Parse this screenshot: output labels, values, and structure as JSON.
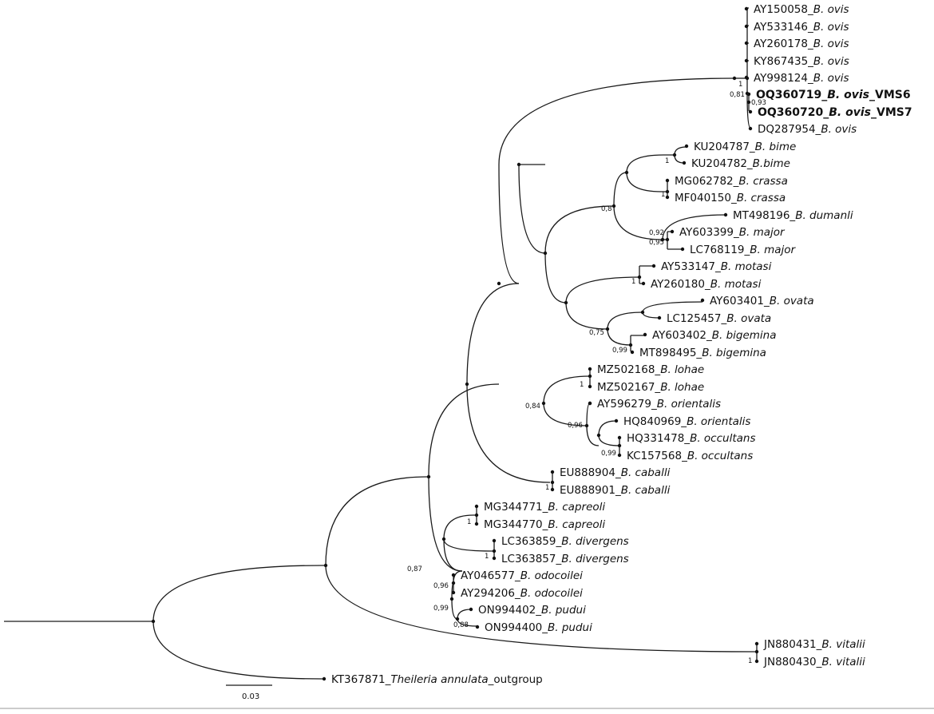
{
  "tips": {
    "t1": {
      "acc": "AY150058_",
      "sp": "B. ovis",
      "suf": ""
    },
    "t2": {
      "acc": "AY533146_",
      "sp": "B. ovis",
      "suf": ""
    },
    "t3": {
      "acc": "AY260178_",
      "sp": "B. ovis",
      "suf": ""
    },
    "t4": {
      "acc": "KY867435_",
      "sp": "B. ovis",
      "suf": ""
    },
    "t5": {
      "acc": "AY998124_",
      "sp": "B. ovis",
      "suf": ""
    },
    "t6": {
      "acc": "OQ360719_",
      "sp": "B. ovis",
      "suf": "_VMS6"
    },
    "t7": {
      "acc": "OQ360720_",
      "sp": "B. ovis",
      "suf": "_VMS7"
    },
    "t8": {
      "acc": "DQ287954_",
      "sp": "B. ovis",
      "suf": ""
    },
    "t9": {
      "acc": "KU204787_",
      "sp": "B. bime",
      "suf": ""
    },
    "t10": {
      "acc": "KU204782_",
      "sp": "B.bime",
      "suf": ""
    },
    "t11": {
      "acc": "MG062782_",
      "sp": "B. crassa",
      "suf": ""
    },
    "t12": {
      "acc": "MF040150_",
      "sp": "B. crassa",
      "suf": ""
    },
    "t13": {
      "acc": "MT498196_",
      "sp": "B. dumanli",
      "suf": ""
    },
    "t14": {
      "acc": "AY603399_",
      "sp": "B. major",
      "suf": ""
    },
    "t15": {
      "acc": "LC768119_",
      "sp": "B. major",
      "suf": ""
    },
    "t16": {
      "acc": "AY533147_",
      "sp": "B. motasi",
      "suf": ""
    },
    "t17": {
      "acc": "AY260180_",
      "sp": "B. motasi",
      "suf": ""
    },
    "t18": {
      "acc": "AY603401_",
      "sp": "B. ovata",
      "suf": ""
    },
    "t19": {
      "acc": "LC125457_",
      "sp": "B. ovata",
      "suf": ""
    },
    "t20": {
      "acc": "AY603402_",
      "sp": "B. bigemina",
      "suf": ""
    },
    "t21": {
      "acc": "MT898495_",
      "sp": "B. bigemina",
      "suf": ""
    },
    "t22": {
      "acc": "MZ502168_",
      "sp": "B. lohae",
      "suf": ""
    },
    "t23": {
      "acc": "MZ502167_",
      "sp": "B. lohae",
      "suf": ""
    },
    "t24": {
      "acc": "AY596279_",
      "sp": "B. orientalis",
      "suf": ""
    },
    "t25": {
      "acc": "HQ840969_",
      "sp": "B. orientalis",
      "suf": ""
    },
    "t26": {
      "acc": "HQ331478_",
      "sp": "B. occultans",
      "suf": ""
    },
    "t27": {
      "acc": "KC157568_",
      "sp": "B. occultans",
      "suf": ""
    },
    "t28": {
      "acc": "EU888904_",
      "sp": "B. caballi",
      "suf": ""
    },
    "t29": {
      "acc": "EU888901_",
      "sp": "B. caballi",
      "suf": ""
    },
    "t30": {
      "acc": "MG344771_",
      "sp": "B. capreoli",
      "suf": ""
    },
    "t31": {
      "acc": "MG344770_",
      "sp": "B. capreoli",
      "suf": ""
    },
    "t32": {
      "acc": "LC363859_",
      "sp": "B. divergens",
      "suf": ""
    },
    "t33": {
      "acc": "LC363857_",
      "sp": "B. divergens",
      "suf": ""
    },
    "t34": {
      "acc": "AY046577_",
      "sp": "B. odocoilei",
      "suf": ""
    },
    "t35": {
      "acc": "AY294206_",
      "sp": "B. odocoilei",
      "suf": ""
    },
    "t36": {
      "acc": "ON994402_",
      "sp": "B. pudui",
      "suf": ""
    },
    "t37": {
      "acc": "ON994400_",
      "sp": "B. pudui",
      "suf": ""
    },
    "t38": {
      "acc": "JN880431_",
      "sp": "B. vitalii",
      "suf": ""
    },
    "t39": {
      "acc": "JN880430_",
      "sp": "B. vitalii",
      "suf": ""
    },
    "t40": {
      "acc": "KT367871_",
      "sp": "Theileria annulata",
      "suf": "_outgroup"
    }
  },
  "support": {
    "ovis_clade": "1",
    "ovis_inner": "0,81",
    "vms_pair": "0,93",
    "bime": "1",
    "crassa": "1",
    "bime_crassa_dumanli": "0,8",
    "major_a": "0,92",
    "major_b": "0,95",
    "motasi": "1",
    "ovata_bigemina": "0,75",
    "bigemina": "0,99",
    "lohae": "1",
    "lohae_orientalis": "0,84",
    "orientalis_occultans": "0,96",
    "occultans": "0,99",
    "caballi": "1",
    "capreoli": "1",
    "divergens": "1",
    "cervid_clade": "0,87",
    "odocoilei": "0,96",
    "odocoilei_pudui": "0,99",
    "pudui": "0,88",
    "vitalii": "1"
  },
  "scale_bar": {
    "label": "0.03"
  }
}
